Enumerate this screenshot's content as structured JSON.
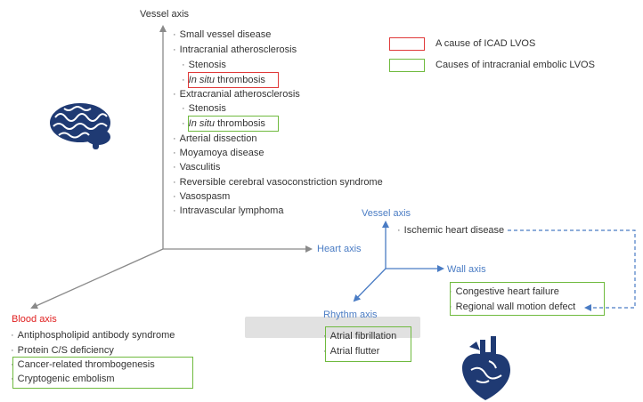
{
  "labels": {
    "vessel_axis_main": "Vessel axis",
    "heart_axis": "Heart axis",
    "blood_axis": "Blood axis",
    "vessel_axis_heart": "Vessel axis",
    "wall_axis": "Wall axis",
    "rhythm_axis": "Rhythm axis"
  },
  "legend": {
    "icad": "A cause of ICAD LVOS",
    "embolic": "Causes of intracranial embolic LVOS",
    "icad_color": "#e03a3a",
    "embolic_color": "#6fba3e"
  },
  "vessel_items": {
    "small_vessel": "Small vessel disease",
    "intracranial_athero": "Intracranial atherosclerosis",
    "stenosis_1": "Stenosis",
    "thrombosis_1_italic": "In situ",
    "thrombosis_1_rest": " thrombosis",
    "extracranial_athero": "Extracranial atherosclerosis",
    "stenosis_2": "Stenosis",
    "thrombosis_2_italic": "In situ",
    "thrombosis_2_rest": " thrombosis",
    "dissection": "Arterial dissection",
    "moyamoya": "Moyamoya disease",
    "vasculitis": "Vasculitis",
    "rcvs": "Reversible cerebral vasoconstriction syndrome",
    "vasospasm": "Vasospasm",
    "lymphoma": "Intravascular lymphoma"
  },
  "blood_items": {
    "antiphospholipid": "Antiphospholipid antibody syndrome",
    "protein_cs": "Protein C/S deficiency",
    "cancer": "Cancer-related thrombogenesis",
    "cryptogenic": "Cryptogenic embolism"
  },
  "heart_items": {
    "ischemic": "Ischemic heart disease",
    "chf": "Congestive heart failure",
    "rwma": "Regional wall motion defect",
    "afib": "Atrial fibrillation",
    "aflutter": "Atrial flutter"
  },
  "colors": {
    "axis_gray": "#8a8a8a",
    "axis_blue": "#4a7cc4",
    "blood_red": "#e02020"
  },
  "icons": [
    "brain-icon",
    "heart-icon"
  ]
}
